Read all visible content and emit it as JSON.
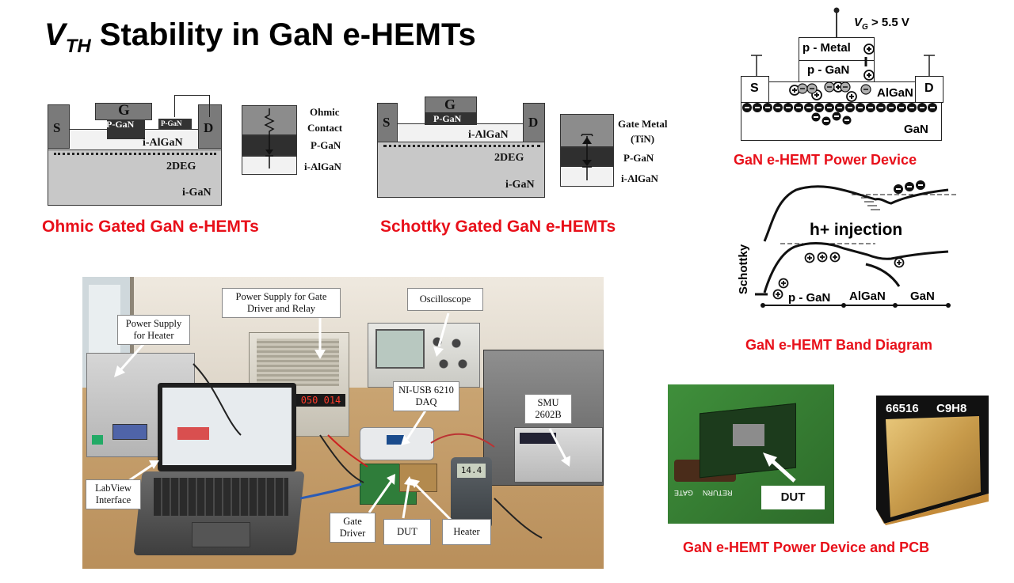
{
  "title": {
    "v": "V",
    "sub": "TH",
    "rest": " Stability in GaN e-HEMTs"
  },
  "ohmic": {
    "caption": "Ohmic Gated GaN e-HEMTs",
    "s": "S",
    "g": "G",
    "d": "D",
    "pgan_main": "P-GaN",
    "pgan_small": "P-GaN",
    "ialgan": "i-AlGaN",
    "twodeg": "2DEG",
    "igan": "i-GaN",
    "contact_l1": "Ohmic",
    "contact_l2": "Contact",
    "contact_pgan": "P-GaN",
    "contact_ialgan": "i-AlGaN"
  },
  "schottky": {
    "caption": "Schottky Gated GaN e-HEMTs",
    "s": "S",
    "g": "G",
    "d": "D",
    "pgan": "P-GaN",
    "ialgan": "i-AlGaN",
    "twodeg": "2DEG",
    "igan": "i-GaN",
    "gm_l1": "Gate Metal",
    "gm_l2": "(TiN)",
    "gm_pgan": "P-GaN",
    "gm_ialgan": "i-AlGaN"
  },
  "power_device": {
    "caption": "GaN e-HEMT Power Device",
    "vg": "V",
    "vg_sub": "G",
    "vg_rest": " > 5.5 V",
    "pmetal": "p - Metal",
    "pgan": "p - GaN",
    "s": "S",
    "d": "D",
    "algan": "AlGaN",
    "gan": "GaN"
  },
  "band": {
    "caption": "GaN e-HEMT Band Diagram",
    "injection": "h+ injection",
    "schottky": "Schottky",
    "pgan": "p - GaN",
    "algan": "AlGaN",
    "gan": "GaN"
  },
  "setup": {
    "labels": {
      "heater_ps": "Power Supply for Heater",
      "gate_ps": "Power Supply for Gate Driver and Relay",
      "oscilloscope": "Oscilloscope",
      "daq": "NI-USB 6210 DAQ",
      "smu": "SMU 2602B",
      "labview": "LabView Interface",
      "gate_driver": "Gate Driver",
      "dut": "DUT",
      "heater": "Heater"
    },
    "psu_display": "050 014",
    "meter_display": "14.4"
  },
  "pcb": {
    "caption": "GaN e-HEMT Power Device and PCB",
    "dut": "DUT",
    "chip_code1": "66516",
    "chip_code2": "C9H8",
    "silk1": "RETURN",
    "silk2": "GATE"
  }
}
